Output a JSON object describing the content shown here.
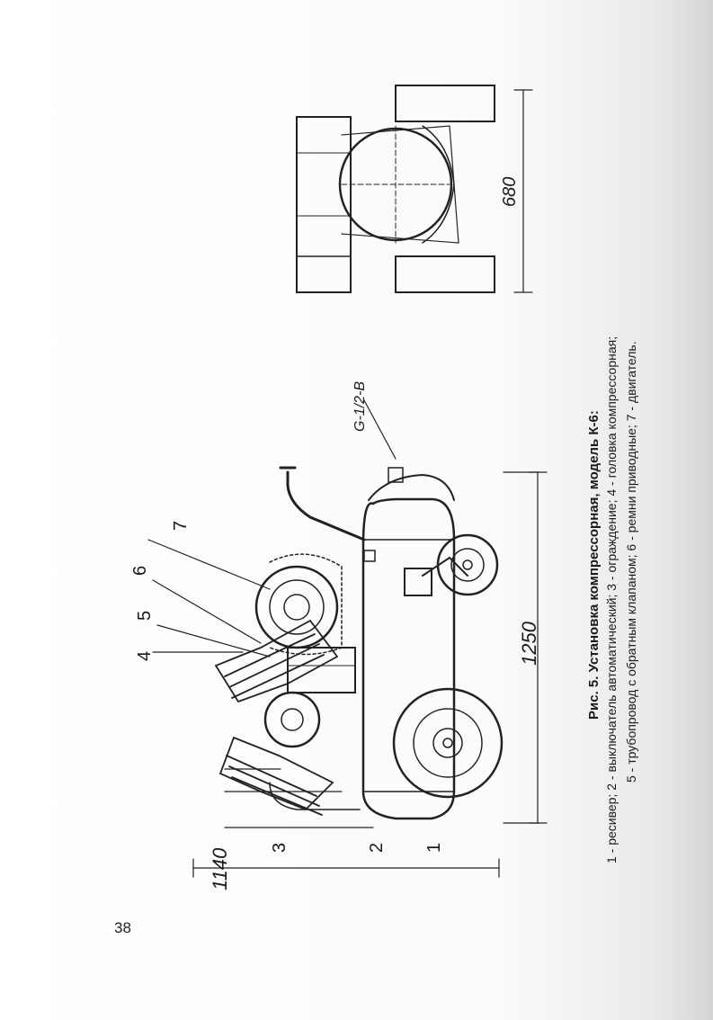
{
  "page": {
    "number": "38"
  },
  "figure": {
    "caption_title": "Рис. 5. Установка компрессорная, модель К-6:",
    "caption_line1": "1 - ресивер; 2 - выключатель автоматический; 3 - ограждение; 4 - головка компрессорная;",
    "caption_line2": "5 - трубопровод с обратным клапаном; 6 - ремни приводные; 7 - двигатель.",
    "dimensions": {
      "length": "1250",
      "height": "1140",
      "width": "680",
      "thread": "G-1/2-B"
    },
    "callouts": [
      "1",
      "2",
      "3",
      "4",
      "5",
      "6",
      "7"
    ]
  },
  "colors": {
    "ink": "#1a1a1a",
    "paper": "#ffffff"
  }
}
